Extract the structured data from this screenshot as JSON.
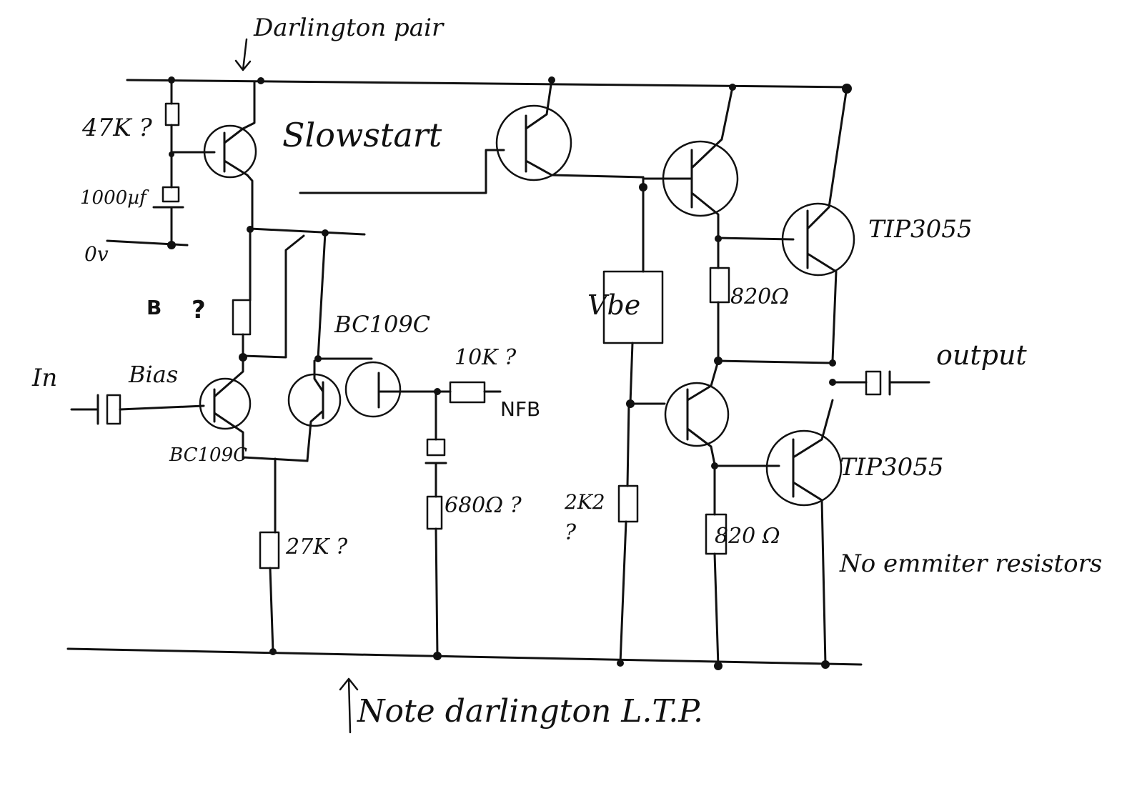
{
  "labels": {
    "darlington_pair": "Darlington pair",
    "r47k": "47K ?",
    "slowstart": "Slowstart",
    "c1000": "1000µf",
    "zero_v": "0v",
    "q_b": "B",
    "q_mark": "?",
    "in": "In",
    "bias": "Bias",
    "bc109c_left": "BC109C",
    "bc109c_top": "BC109C",
    "r10k": "10K ?",
    "nfb": "NFB",
    "r680": "680Ω ?",
    "r27k": "27K ?",
    "vbe": "Vbe",
    "r2k2": "2K2",
    "r2k2_q": "?",
    "r820_top": "820Ω",
    "r820_bot": "820 Ω",
    "tip_top": "TIP3055",
    "tip_bot": "TIP3055",
    "output": "output",
    "no_emitter": "No emmiter resistors",
    "note": "Note darlington L.T.P."
  }
}
